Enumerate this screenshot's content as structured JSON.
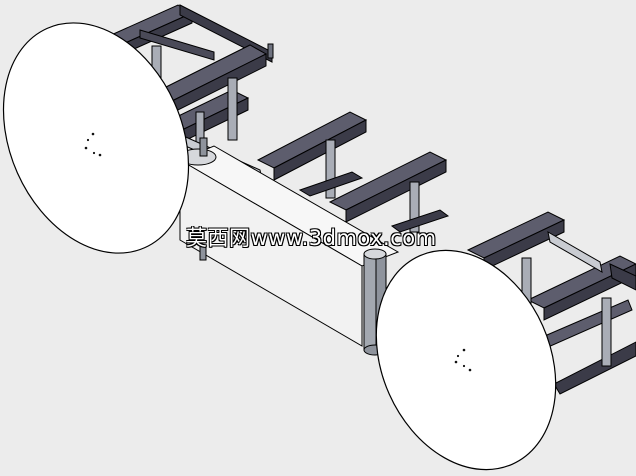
{
  "watermark": {
    "text": "莫西网www.3dmox.com"
  },
  "colors": {
    "background": "#ececec",
    "frame_dark": "#3b3b48",
    "frame_top": "#5d5d6d",
    "post": "#a9adb6",
    "plate": "#ffffff",
    "panel": "#f2f2f2",
    "roller": "#8e939c",
    "outline": "#000000"
  },
  "model": {
    "parts": [
      "left-frame",
      "left-disc",
      "center-body",
      "center-frame",
      "right-frame",
      "right-disc",
      "roller"
    ],
    "disc_holes_each": 5
  }
}
